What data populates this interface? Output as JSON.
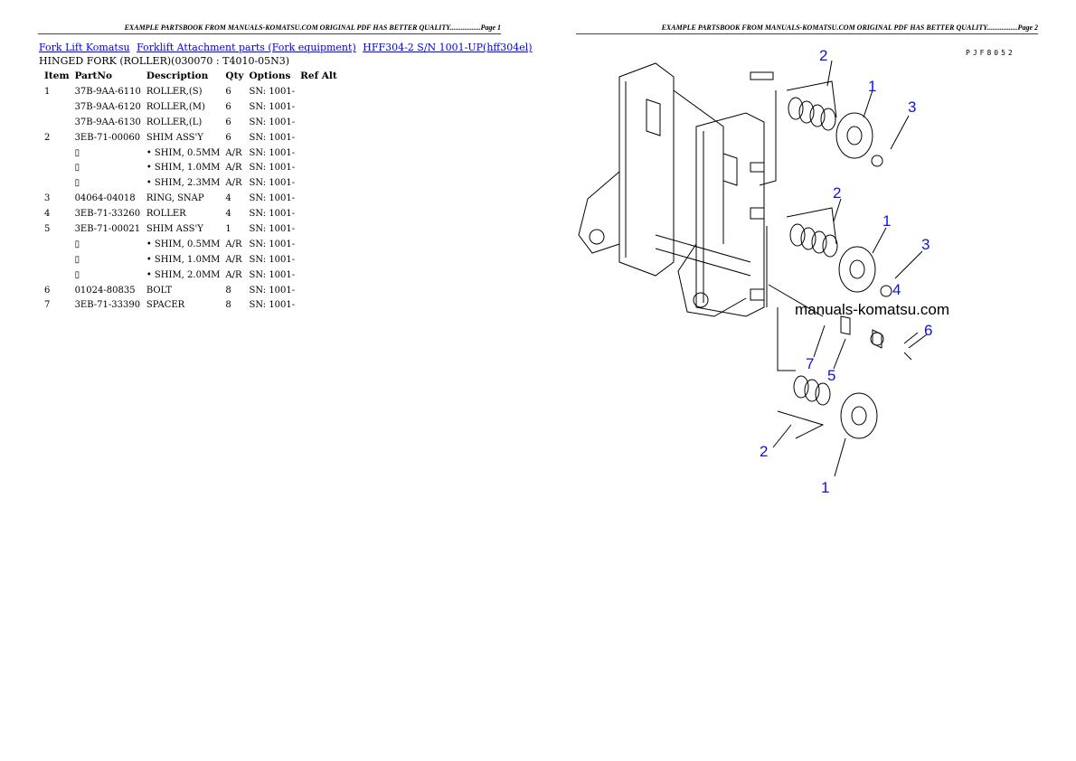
{
  "page1": {
    "header": "EXAMPLE PARTSBOOK FROM MANUALS-KOMATSU.COM ORIGINAL PDF HAS BETTER QUALITY.................Page 1",
    "breadcrumbs": [
      "Fork Lift Komatsu",
      "Forklift Attachment parts (Fork equipment)",
      "HFF304-2 S/N 1001-UP(hff304el)"
    ],
    "subtitle": "HINGED FORK (ROLLER)(030070 : T4010-05N3)",
    "table": {
      "headers": [
        "Item",
        "PartNo",
        "Description",
        "Qty",
        "Options",
        "Ref Alt"
      ],
      "rows": [
        [
          "1",
          "37B-9AA-6110",
          "ROLLER,(S)",
          "6",
          "SN: 1001-",
          ""
        ],
        [
          "",
          "37B-9AA-6120",
          "ROLLER,(M)",
          "6",
          "SN: 1001-",
          ""
        ],
        [
          "",
          "37B-9AA-6130",
          "ROLLER,(L)",
          "6",
          "SN: 1001-",
          ""
        ],
        [
          "2",
          "3EB-71-00060",
          "SHIM ASS'Y",
          "6",
          "SN: 1001-",
          ""
        ],
        [
          "",
          "▯",
          "• SHIM, 0.5MM",
          "A/R",
          "SN: 1001-",
          ""
        ],
        [
          "",
          "▯",
          "• SHIM, 1.0MM",
          "A/R",
          "SN: 1001-",
          ""
        ],
        [
          "",
          "▯",
          "• SHIM, 2.3MM",
          "A/R",
          "SN: 1001-",
          ""
        ],
        [
          "3",
          "04064-04018",
          "RING, SNAP",
          "4",
          "SN: 1001-",
          ""
        ],
        [
          "4",
          "3EB-71-33260",
          "ROLLER",
          "4",
          "SN: 1001-",
          ""
        ],
        [
          "5",
          "3EB-71-00021",
          "SHIM ASS'Y",
          "1",
          "SN: 1001-",
          ""
        ],
        [
          "",
          "▯",
          "• SHIM, 0.5MM",
          "A/R",
          "SN: 1001-",
          ""
        ],
        [
          "",
          "▯",
          "• SHIM, 1.0MM",
          "A/R",
          "SN: 1001-",
          ""
        ],
        [
          "",
          "▯",
          "• SHIM, 2.0MM",
          "A/R",
          "SN: 1001-",
          ""
        ],
        [
          "6",
          "01024-80835",
          "BOLT",
          "8",
          "SN: 1001-",
          ""
        ],
        [
          "7",
          "3EB-71-33390",
          "SPACER",
          "8",
          "SN: 1001-",
          ""
        ]
      ]
    }
  },
  "page2": {
    "header": "EXAMPLE PARTSBOOK FROM MANUALS-KOMATSU.COM ORIGINAL PDF HAS BETTER QUALITY.................Page 2",
    "drawing_code": "PJF8052",
    "watermark": "manuals-komatsu.com",
    "callouts": [
      "2",
      "1",
      "3",
      "2",
      "1",
      "3",
      "4",
      "6",
      "7",
      "5",
      "2",
      "1"
    ],
    "callout_color": "#1010e0"
  }
}
